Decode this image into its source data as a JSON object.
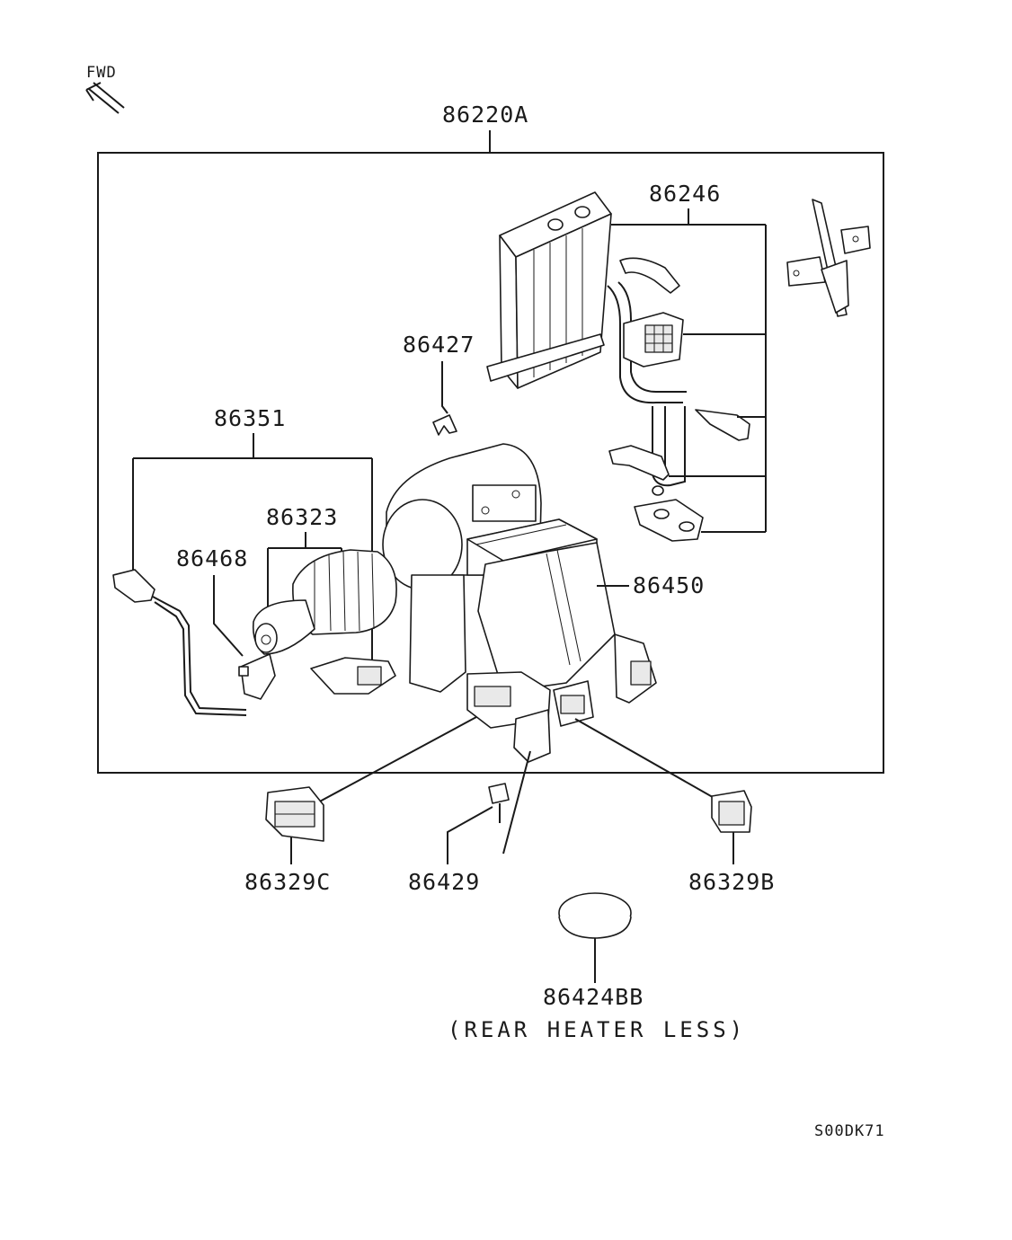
{
  "labels": {
    "fwd": "FWD",
    "assembly": "86220A",
    "heater_core": "86246",
    "clip": "86427",
    "motor_assy": "86351",
    "fan_motor": "86323",
    "resistor": "86468",
    "case": "86450",
    "duct_c": "86329C",
    "screw": "86429",
    "duct_b": "86329B",
    "plug": "86424BB",
    "plug_note": "(REAR HEATER LESS)",
    "diagram_code": "S00DK71"
  },
  "colors": {
    "line": "#1a1a1a",
    "background": "#ffffff"
  }
}
